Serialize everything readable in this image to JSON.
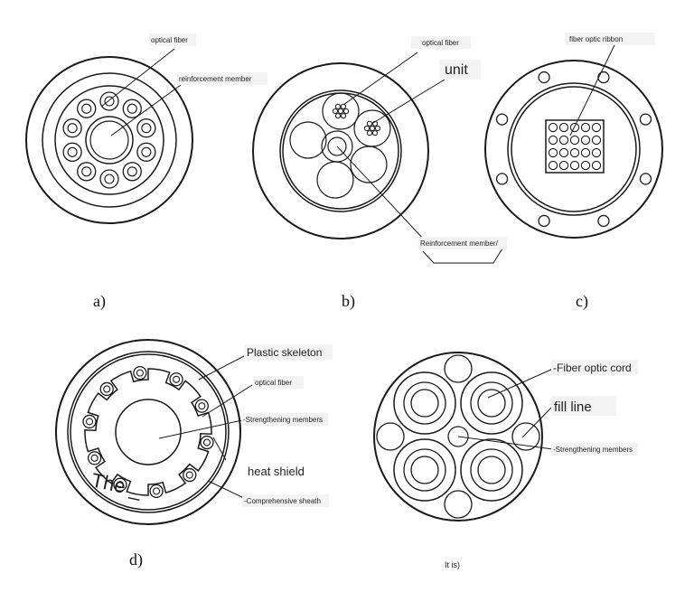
{
  "panels": {
    "a": {
      "caption": "a)",
      "labels": {
        "fiber": "optical fiber",
        "member": "reinforcement member"
      }
    },
    "b": {
      "caption": "b)",
      "labels": {
        "fiber": "optical fiber",
        "unit": "unit",
        "member": "Reinforcement member/"
      }
    },
    "c": {
      "caption": "c)",
      "labels": {
        "ribbon": "fiber optic ribbon"
      }
    },
    "d": {
      "caption": "d)",
      "labels": {
        "skeleton": "Plastic skeleton",
        "fiber": "optical fiber",
        "strength": "-Strengthening members",
        "shield": "heat shield",
        "sheath": "-Comprehensive sheath",
        "the": "The _"
      }
    },
    "e": {
      "caption": "It is)",
      "labels": {
        "cord": "-Fiber optic cord",
        "fill": "fill line",
        "strength": "-Strengthening members"
      }
    }
  }
}
